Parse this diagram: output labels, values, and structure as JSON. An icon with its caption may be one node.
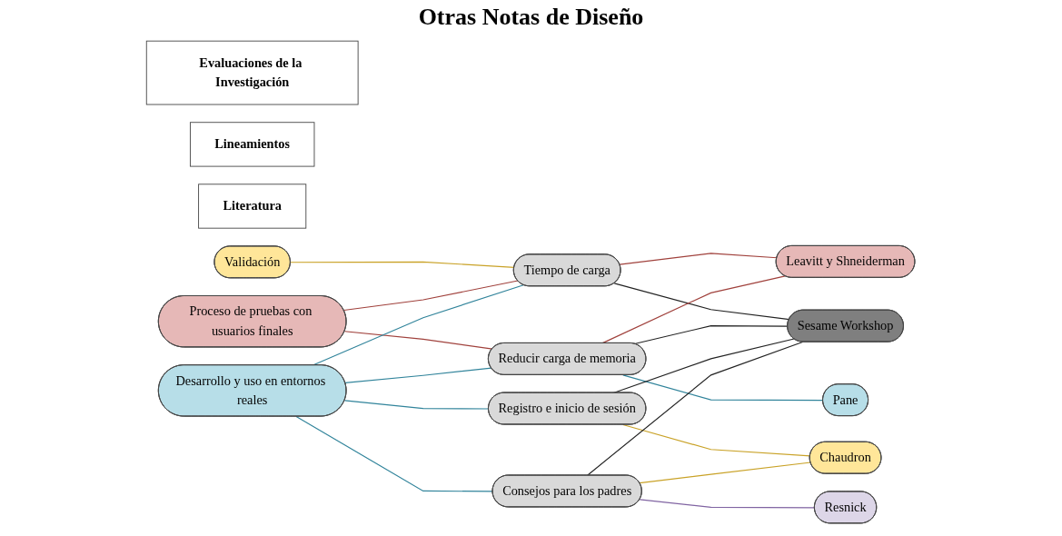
{
  "diagram": {
    "title": "Otras Notas de Diseño",
    "nodes": [
      {
        "text": [
          "Evaluaciones de la Investigación"
        ]
      },
      {
        "text": [
          "Lineamientos"
        ]
      },
      {
        "text": [
          "Literatura"
        ]
      },
      {
        "text": [
          "Validación"
        ]
      },
      {
        "text": [
          "Proceso de pruebas con usuarios finales"
        ]
      },
      {
        "text": [
          "Desarrollo y uso en entornos reales"
        ]
      },
      {
        "text": [
          "Tiempo de carga"
        ]
      },
      {
        "text": [
          "Reducir carga de memoria"
        ]
      },
      {
        "text": [
          "Registro e inicio de sesión"
        ]
      },
      {
        "text": [
          "Consejos para los padres"
        ]
      },
      {
        "text": [
          "Chaudron"
        ]
      },
      {
        "text": [
          "Leavitt y Shneiderman"
        ]
      },
      {
        "text": [
          "Pane"
        ]
      },
      {
        "text": [
          "Resnick"
        ]
      },
      {
        "text": [
          "Sesame Workshop"
        ]
      }
    ],
    "edges": [
      {
        "from": 3,
        "to": 6,
        "arrow": "none",
        "color": "#c9a227"
      },
      {
        "from": 4,
        "to": 6,
        "arrow": "none",
        "color": "#a0413c"
      },
      {
        "from": 4,
        "to": 7,
        "arrow": "none",
        "color": "#a0413c"
      },
      {
        "from": 5,
        "to": 6,
        "arrow": "none"
      },
      {
        "from": 5,
        "to": 7,
        "arrow": "none"
      },
      {
        "from": 5,
        "to": 8,
        "arrow": "none"
      },
      {
        "from": 5,
        "to": 9,
        "arrow": "none"
      },
      {
        "from": 6,
        "to": 11,
        "arrow": "none",
        "color": "#a0413c"
      },
      {
        "from": 6,
        "to": 14,
        "arrow": "none",
        "color": "#222222"
      },
      {
        "from": 7,
        "to": 11,
        "arrow": "none",
        "color": "#a0413c"
      },
      {
        "from": 7,
        "to": 12,
        "arrow": "none"
      },
      {
        "from": 7,
        "to": 14,
        "arrow": "none",
        "color": "#222222"
      },
      {
        "from": 8,
        "to": 10,
        "arrow": "none",
        "color": "#c9a227"
      },
      {
        "from": 8,
        "to": 14,
        "arrow": "none",
        "color": "#222222"
      },
      {
        "from": 9,
        "to": 10,
        "arrow": "none",
        "color": "#c9a227"
      },
      {
        "from": 9,
        "to": 13,
        "arrow": "none",
        "color": "#8064a2"
      },
      {
        "from": 9,
        "to": 14,
        "arrow": "none",
        "color": "#222222"
      }
    ]
  }
}
